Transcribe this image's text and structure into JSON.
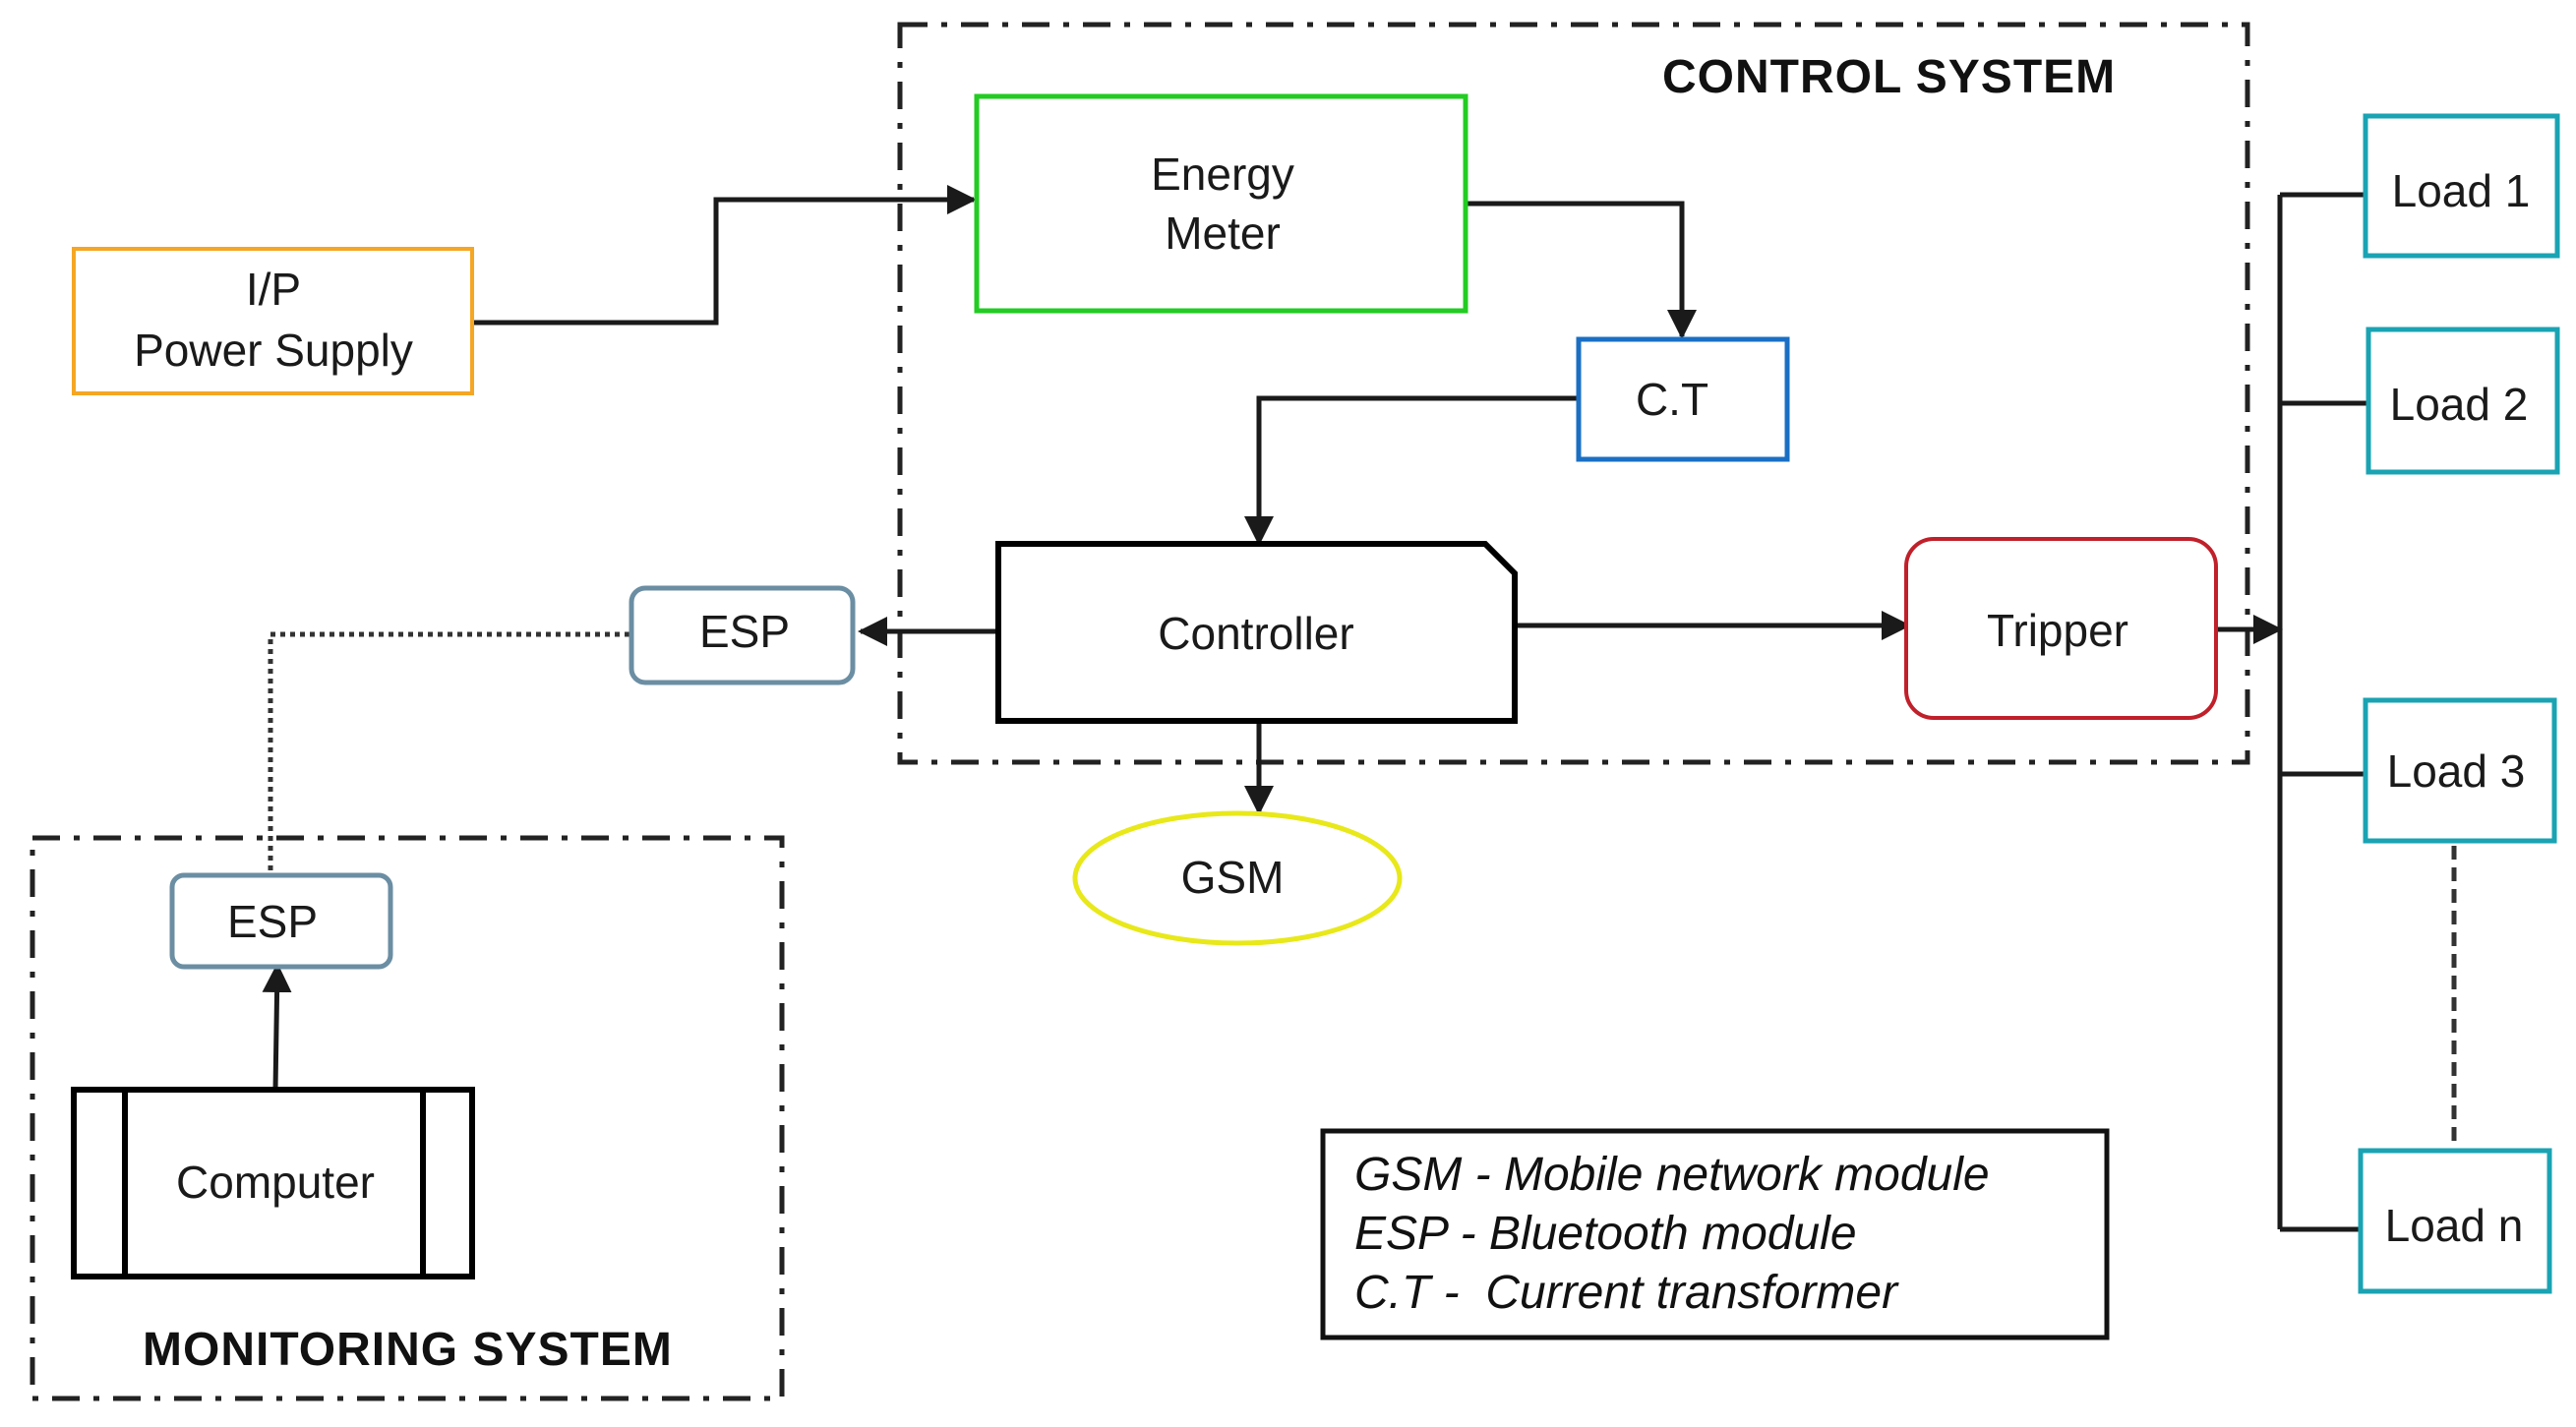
{
  "sections": {
    "control_system": "CONTROL SYSTEM",
    "monitoring_system": "MONITORING SYSTEM"
  },
  "blocks": {
    "power_supply": {
      "line1": "I/P",
      "line2": "Power Supply",
      "color": "#f5a623"
    },
    "energy_meter": {
      "line1": "Energy",
      "line2": "Meter",
      "color": "#22cc22"
    },
    "ct": {
      "label": "C.T",
      "color": "#1a6fc4"
    },
    "controller": {
      "label": "Controller",
      "color": "#000000"
    },
    "tripper": {
      "label": "Tripper",
      "color": "#c0202a"
    },
    "esp_top": {
      "label": "ESP",
      "color": "#6b8ea3"
    },
    "esp_bottom": {
      "label": "ESP",
      "color": "#6b8ea3"
    },
    "gsm": {
      "label": "GSM",
      "color": "#e8e81a"
    },
    "computer": {
      "label": "Computer",
      "color": "#000000"
    }
  },
  "loads": {
    "color": "#1aa3b3",
    "items": [
      {
        "label": "Load 1"
      },
      {
        "label": "Load 2"
      },
      {
        "label": "Load 3"
      },
      {
        "label": "Load n"
      }
    ]
  },
  "legend": {
    "lines": [
      "GSM - Mobile network module",
      "ESP - Bluetooth module",
      "C.T -  Current transformer"
    ]
  }
}
